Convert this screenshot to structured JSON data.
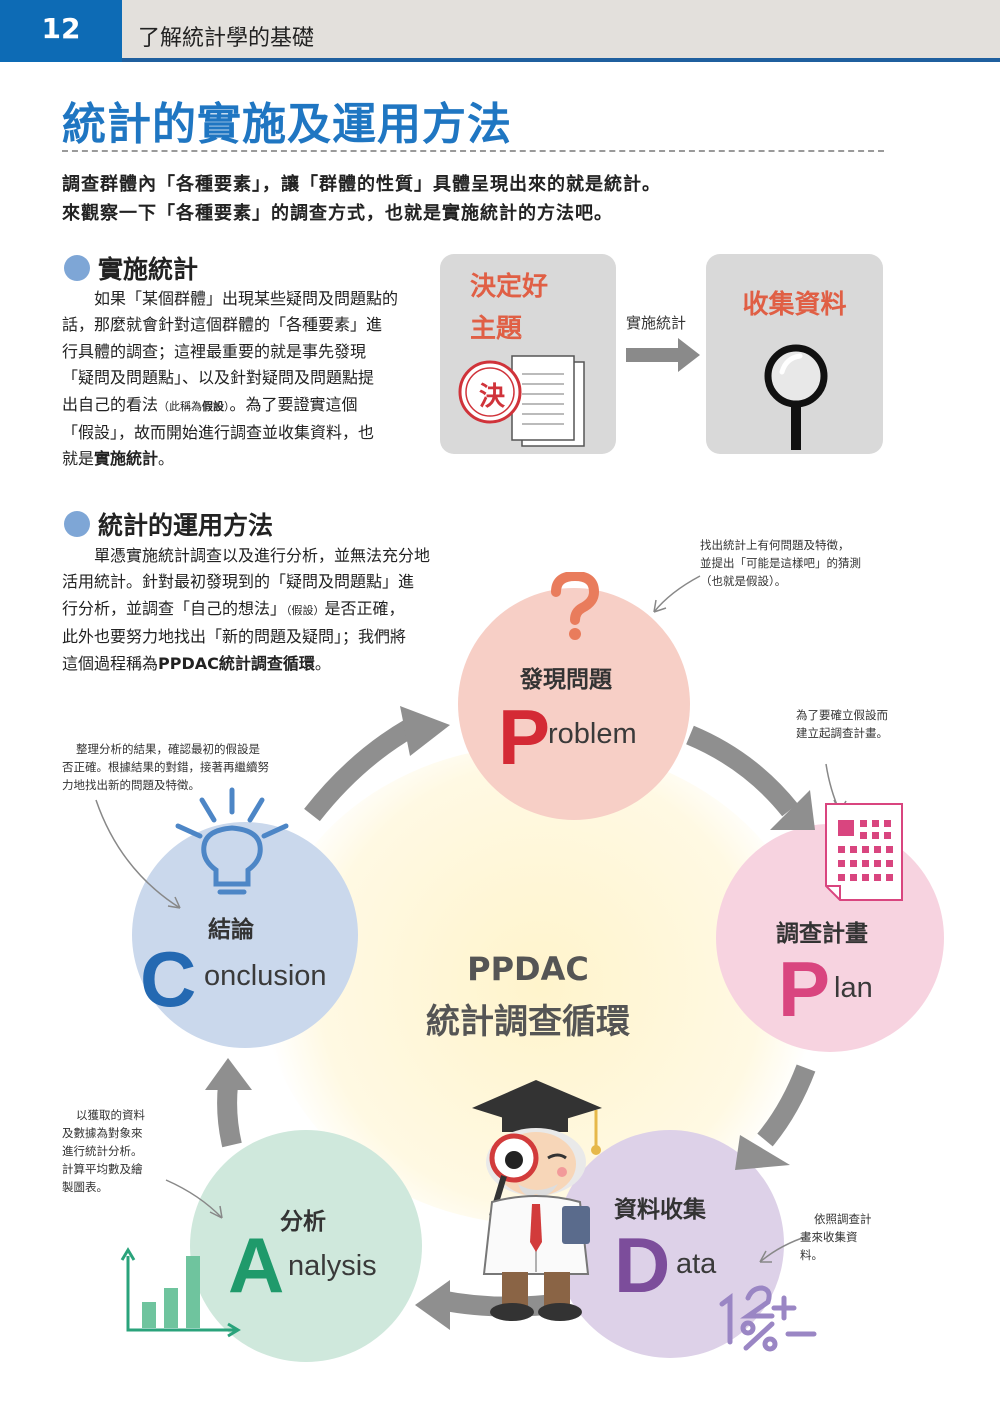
{
  "header": {
    "page_number": "12",
    "chapter": "了解統計學的基礎"
  },
  "title": "統計的實施及運用方法",
  "intro": [
    "調查群體內「各種要素」，讓「群體的性質」具體呈現出來的就是統計。",
    "來觀察一下「各種要素」的調查方式，也就是實施統計的方法吧。"
  ],
  "section1": {
    "heading": "實施統計",
    "lines": [
      "如果「某個群體」出現某些疑問及問題點的",
      "話，那麼就會針對這個群體的「各種要素」進",
      "行具體的調查；這裡最重要的就是事先發現",
      "「疑問及問題點」、以及針對疑問及問題點提"
    ],
    "line5_a": "出自己的看法",
    "line5_note_a": "（此稱為",
    "line5_note_b": "假設",
    "line5_note_c": "）",
    "line5_b": "。為了要證實這個",
    "line6": "「假設」，故而開始進行調查並收集資料，也",
    "line7_a": "就是",
    "line7_b": "實施統計",
    "line7_c": "。"
  },
  "flow": {
    "box1_line1": "決定好",
    "box1_line2": "主題",
    "stamp": "決",
    "arrow_label": "實施統計",
    "box2": "收集資料"
  },
  "section2": {
    "heading": "統計的運用方法",
    "line1": "單憑實施統計調查以及進行分析，並無法充分地",
    "line2": "活用統計。針對最初發現到的「疑問及問題點」進",
    "line3_a": "行分析，並調查「自己的想法」",
    "line3_note": "（假設）",
    "line3_b": "是否正確，",
    "line4": "此外也要努力地找出「新的問題及疑問」；我們將",
    "line5_a": "這個過程稱為",
    "line5_b": "PPDAC統計調查循環",
    "line5_c": "。"
  },
  "cycle": {
    "center_line1": "PPDAC",
    "center_line2": "統計調查循環",
    "problem": {
      "zh": "發現問題",
      "letter": "P",
      "rest": "roblem",
      "color": "#d42a35"
    },
    "plan": {
      "zh": "調查計畫",
      "letter": "P",
      "rest": "lan",
      "color": "#d9457f"
    },
    "data": {
      "zh": "資料收集",
      "letter": "D",
      "rest": "ata",
      "color": "#7c4d9b"
    },
    "analysis": {
      "zh": "分析",
      "letter": "A",
      "rest": "nalysis",
      "color": "#1f9a6b"
    },
    "conclusion": {
      "zh": "結論",
      "letter": "C",
      "rest": "onclusion",
      "color": "#2469b2"
    },
    "data_icon": "1²⁄%+−"
  },
  "notes": {
    "problem": [
      "找出統計上有何問題及特徵，",
      "並提出「可能是這樣吧」的猜測",
      "（也就是假設）。"
    ],
    "plan": [
      "為了要確立假設而",
      "建立起調查計畫。"
    ],
    "conclusion": [
      "整理分析的結果，確認最初的假設是",
      "否正確。根據結果的對錯，接著再繼續努",
      "力地找出新的問題及特徵。"
    ],
    "analysis": [
      "以獲取的資料",
      "及數據為對象來",
      "進行統計分析。",
      "計算平均數及繪",
      "製圖表。"
    ],
    "data": [
      "依照調查計",
      "畫來收集資",
      "料。"
    ]
  }
}
